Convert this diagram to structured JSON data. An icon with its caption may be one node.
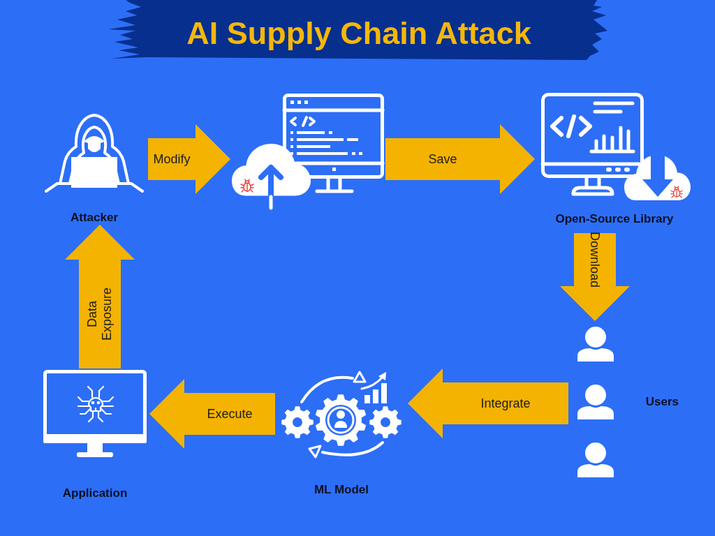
{
  "diagram": {
    "title": "AI Supply Chain Attack",
    "nodes": [
      {
        "text": [
          "Attacker"
        ]
      },
      {
        "text": [],
        "shape": "picture"
      },
      {
        "text": [
          "Open-Source Library"
        ]
      },
      {
        "text": [
          "Users"
        ]
      },
      {
        "text": [
          "ML Model"
        ]
      },
      {
        "text": [
          "Application"
        ]
      }
    ],
    "edges": [
      {
        "from": 0,
        "to": 1,
        "label": "Modify",
        "arrow": "to"
      },
      {
        "from": 1,
        "to": 2,
        "label": "Save",
        "arrow": "to"
      },
      {
        "from": 2,
        "to": 3,
        "label": "Download",
        "arrow": "to"
      },
      {
        "from": 3,
        "to": 4,
        "label": "Integrate",
        "arrow": "to"
      },
      {
        "from": 4,
        "to": 5,
        "label": "Execute",
        "arrow": "to"
      },
      {
        "from": 5,
        "to": 0,
        "label": "Data Exposure",
        "arrow": "to"
      }
    ]
  }
}
